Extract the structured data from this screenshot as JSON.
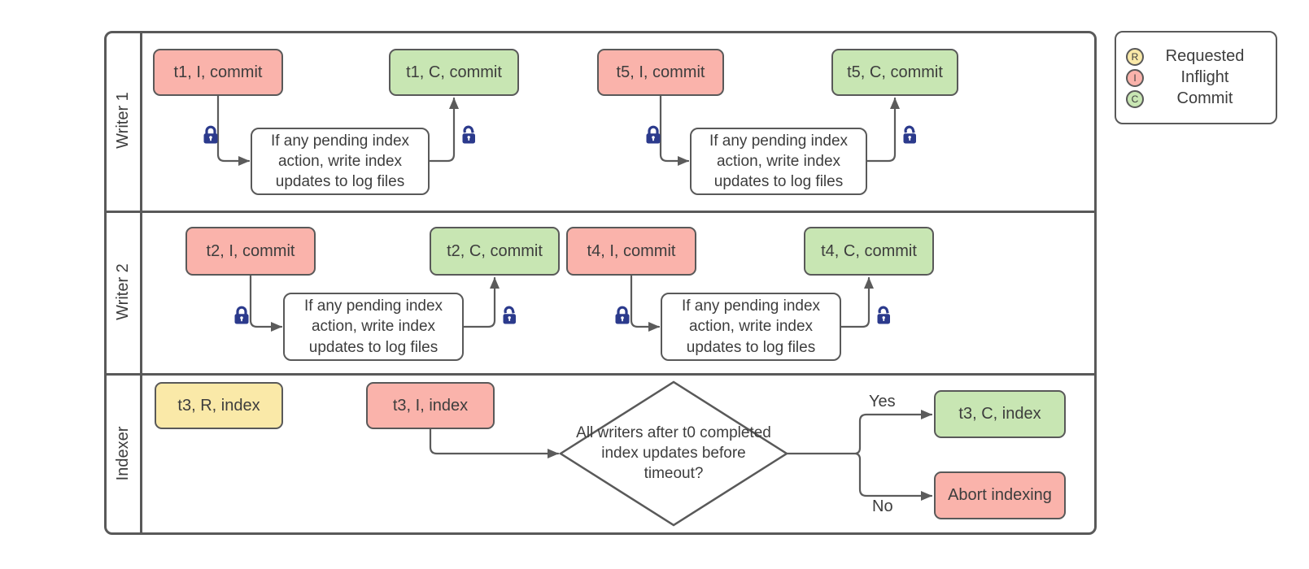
{
  "palette": {
    "inflight_fill": "#fab3ab",
    "commit_fill": "#c8e6b3",
    "requested_fill": "#fae9a8",
    "process_fill": "#ffffff",
    "border_gray": "#595959",
    "connector_gray": "#5b5b5b",
    "lock_navy": "#2b3a8c",
    "text_color": "#3d3d3d"
  },
  "diagram": {
    "lanes": [
      {
        "label": "Writer 1"
      },
      {
        "label": "Writer 2"
      },
      {
        "label": "Indexer"
      }
    ],
    "nodes": {
      "t1_inflight": {
        "label": "t1, I, commit",
        "state": "inflight"
      },
      "w1_process_a": {
        "label": "If any pending index action, write index updates to log files",
        "state": "process"
      },
      "t1_commit": {
        "label": "t1, C, commit",
        "state": "commit"
      },
      "t5_inflight": {
        "label": "t5, I, commit",
        "state": "inflight"
      },
      "w1_process_b": {
        "label": "If any pending index action, write index updates to log files",
        "state": "process"
      },
      "t5_commit": {
        "label": "t5, C, commit",
        "state": "commit"
      },
      "t2_inflight": {
        "label": "t2, I, commit",
        "state": "inflight"
      },
      "w2_process_a": {
        "label": "If any pending index action, write index updates to log files",
        "state": "process"
      },
      "t2_commit": {
        "label": "t2, C, commit",
        "state": "commit"
      },
      "t4_inflight": {
        "label": "t4, I, commit",
        "state": "inflight"
      },
      "w2_process_b": {
        "label": "If any pending index action, write index updates to log files",
        "state": "process"
      },
      "t4_commit": {
        "label": "t4, C, commit",
        "state": "commit"
      },
      "t3_requested": {
        "label": "t3, R, index",
        "state": "requested"
      },
      "t3_inflight": {
        "label": "t3, I, index",
        "state": "inflight"
      },
      "t3_commit": {
        "label": "t3, C, index",
        "state": "commit"
      },
      "abort": {
        "label": "Abort indexing",
        "state": "inflight"
      }
    },
    "decision": {
      "label": "All writers after t0 completed index updates before timeout?"
    },
    "branches": {
      "yes": "Yes",
      "no": "No"
    },
    "legend": {
      "items": [
        {
          "letter": "R",
          "label": "Requested",
          "color": "#fae9a8"
        },
        {
          "letter": "I",
          "label": "Inflight",
          "color": "#fab3ab"
        },
        {
          "letter": "C",
          "label": "Commit",
          "color": "#c8e6b3"
        }
      ]
    }
  }
}
